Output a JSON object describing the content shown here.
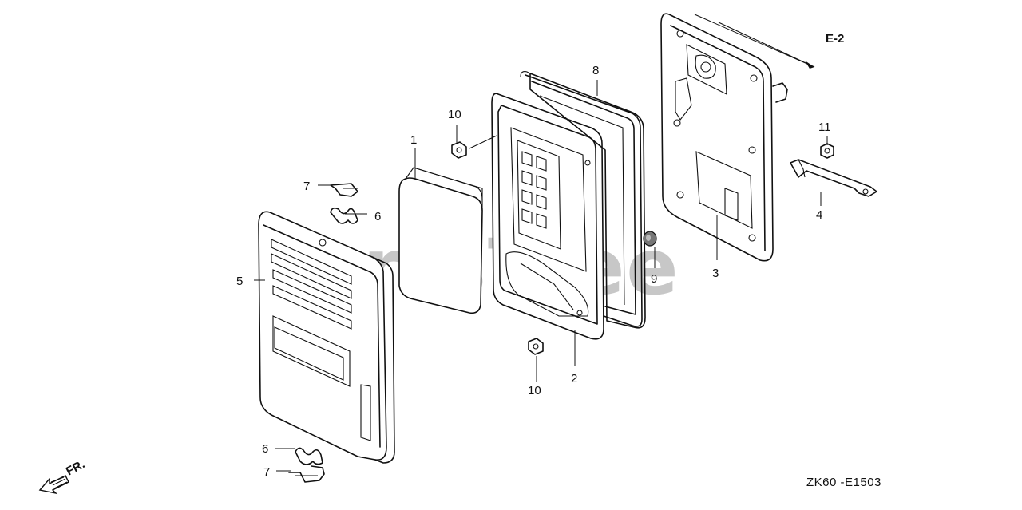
{
  "diagram": {
    "callouts": [
      {
        "id": "c1",
        "text": "1"
      },
      {
        "id": "c2",
        "text": "2"
      },
      {
        "id": "c3",
        "text": "3"
      },
      {
        "id": "c4",
        "text": "4"
      },
      {
        "id": "c5",
        "text": "5"
      },
      {
        "id": "c6a",
        "text": "6"
      },
      {
        "id": "c6b",
        "text": "6"
      },
      {
        "id": "c7a",
        "text": "7"
      },
      {
        "id": "c7b",
        "text": "7"
      },
      {
        "id": "c8",
        "text": "8"
      },
      {
        "id": "c9",
        "text": "9"
      },
      {
        "id": "c10a",
        "text": "10"
      },
      {
        "id": "c10b",
        "text": "10"
      },
      {
        "id": "c11",
        "text": "11"
      }
    ],
    "reference": "E-2",
    "direction": "FR.",
    "drawing_code": "ZK60 -E1503",
    "watermark": "PartsTree"
  }
}
